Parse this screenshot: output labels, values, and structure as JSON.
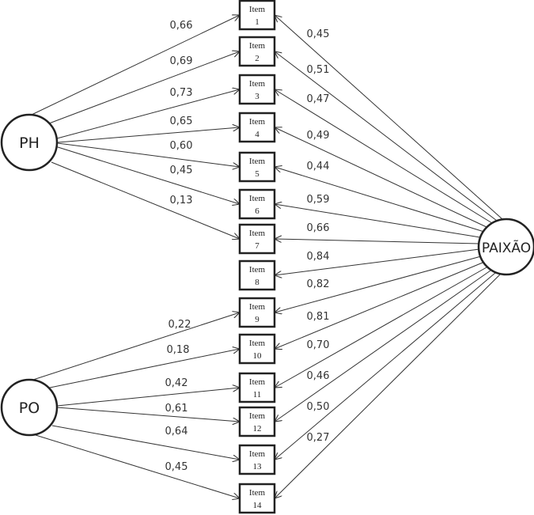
{
  "diagram": {
    "type": "structural-equation-model",
    "latent_factors": [
      {
        "id": "PH",
        "label": "PH"
      },
      {
        "id": "PO",
        "label": "PO"
      },
      {
        "id": "PAIXAO",
        "label": "PAIXÃO"
      }
    ],
    "items": [
      {
        "id": 1,
        "line1": "Item",
        "line2": "1"
      },
      {
        "id": 2,
        "line1": "Item",
        "line2": "2"
      },
      {
        "id": 3,
        "line1": "Item",
        "line2": "3"
      },
      {
        "id": 4,
        "line1": "Item",
        "line2": "4"
      },
      {
        "id": 5,
        "line1": "Item",
        "line2": "5"
      },
      {
        "id": 6,
        "line1": "Item",
        "line2": "6"
      },
      {
        "id": 7,
        "line1": "Item",
        "line2": "7"
      },
      {
        "id": 8,
        "line1": "Item",
        "line2": "8"
      },
      {
        "id": 9,
        "line1": "Item",
        "line2": "9"
      },
      {
        "id": 10,
        "line1": "Item",
        "line2": "10"
      },
      {
        "id": 11,
        "line1": "Item",
        "line2": "11"
      },
      {
        "id": 12,
        "line1": "Item",
        "line2": "12"
      },
      {
        "id": 13,
        "line1": "Item",
        "line2": "13"
      },
      {
        "id": 14,
        "line1": "Item",
        "line2": "14"
      }
    ],
    "loadings": {
      "PH": [
        {
          "item": 1,
          "value": "0,66"
        },
        {
          "item": 2,
          "value": "0,69"
        },
        {
          "item": 3,
          "value": "0,73"
        },
        {
          "item": 4,
          "value": "0,65"
        },
        {
          "item": 5,
          "value": "0,60"
        },
        {
          "item": 6,
          "value": "0,45"
        },
        {
          "item": 7,
          "value": "0,13"
        }
      ],
      "PO": [
        {
          "item": 9,
          "value": "0,22"
        },
        {
          "item": 10,
          "value": "0,18"
        },
        {
          "item": 11,
          "value": "0,42"
        },
        {
          "item": 12,
          "value": "0,61"
        },
        {
          "item": 13,
          "value": "0,64"
        },
        {
          "item": 14,
          "value": "0,45"
        }
      ],
      "PAIXAO": [
        {
          "item": 1,
          "value": "0,45"
        },
        {
          "item": 2,
          "value": "0,51"
        },
        {
          "item": 3,
          "value": "0,47"
        },
        {
          "item": 4,
          "value": "0,49"
        },
        {
          "item": 5,
          "value": "0,44"
        },
        {
          "item": 6,
          "value": "0,59"
        },
        {
          "item": 7,
          "value": "0,66"
        },
        {
          "item": 8,
          "value": "0,84"
        },
        {
          "item": 9,
          "value": "0,82"
        },
        {
          "item": 10,
          "value": "0,81"
        },
        {
          "item": 11,
          "value": "0,70"
        },
        {
          "item": 12,
          "value": "0,46"
        },
        {
          "item": 13,
          "value": "0,50"
        },
        {
          "item": 14,
          "value": "0,27"
        }
      ]
    }
  }
}
